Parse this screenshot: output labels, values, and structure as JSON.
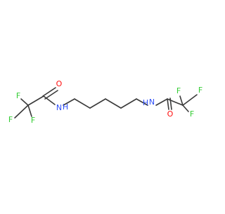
{
  "colors": {
    "background": "#ffffff",
    "bond": "#3a3a3a",
    "fluorine": "#33cc33",
    "oxygen": "#ff0d0d",
    "nitrogen": "#3050f8"
  },
  "atoms": {
    "f1": "F",
    "f2": "F",
    "f3": "F",
    "o1": "O",
    "n1": "N",
    "n2": "N",
    "o2": "O",
    "f4": "F",
    "f5": "F",
    "f6": "F"
  },
  "nh": "H"
}
